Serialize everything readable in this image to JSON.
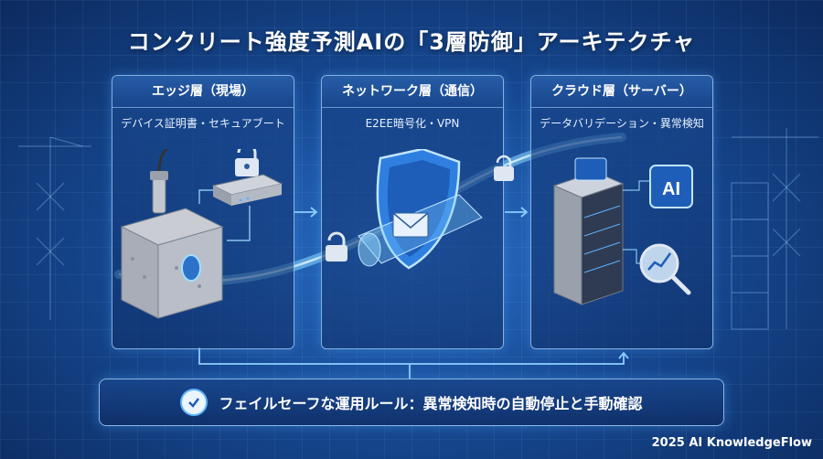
{
  "title": "コンクリート強度予測AIの「3層防御」アーキテクチャ",
  "layers": [
    {
      "name": "エッジ層（現場）",
      "detail": "デバイス証明書・セキュアブート"
    },
    {
      "name": "ネットワーク層（通信）",
      "detail": "E2EE暗号化・VPN"
    },
    {
      "name": "クラウド層（サーバー）",
      "detail": "データバリデーション・異常検知"
    }
  ],
  "icons": {
    "ai_chip_label": "AI"
  },
  "rule_text": "フェイルセーフな運用ルール：異常検知時の自動停止と手動確認",
  "footer": "2025 AI KnowledgeFlow",
  "colors": {
    "accent": "#5fb2ff",
    "panel_border": "#aad7ff",
    "background": "#174a94"
  }
}
